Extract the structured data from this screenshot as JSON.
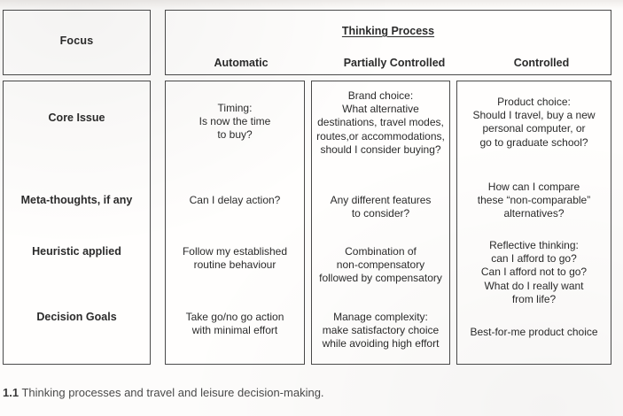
{
  "figure": {
    "header": {
      "focus_label": "Focus",
      "process_title": "Thinking Process",
      "columns": [
        "Automatic",
        "Partially Controlled",
        "Controlled"
      ]
    },
    "row_labels": [
      "Core Issue",
      "Meta-thoughts, if any",
      "Heuristic applied",
      "Decision Goals"
    ],
    "cells": {
      "automatic": {
        "core_issue": "Timing:\nIs now the time\nto buy?",
        "meta_thoughts": "Can I delay action?",
        "heuristic": "Follow my established\nroutine behaviour",
        "decision_goals": "Take go/no go action\nwith minimal effort"
      },
      "partially_controlled": {
        "core_issue": "Brand choice:\nWhat alternative\ndestinations, travel modes,\nroutes,or accommodations,\nshould I consider buying?",
        "meta_thoughts": "Any different features\nto consider?",
        "heuristic": "Combination of\nnon-compensatory\nfollowed by compensatory",
        "decision_goals": "Manage complexity:\nmake satisfactory choice\nwhile avoiding high effort"
      },
      "controlled": {
        "core_issue": "Product choice:\nShould I travel, buy a new\npersonal computer, or\ngo to graduate school?",
        "meta_thoughts": "How can I compare\nthese “non-comparable”\nalternatives?",
        "heuristic": "Reflective thinking:\ncan I afford to go?\nCan I afford not to go?\nWhat do I really want\nfrom life?",
        "decision_goals": "Best-for-me product choice"
      }
    },
    "caption": {
      "number": "1.1",
      "text": "Thinking processes and travel and leisure decision-making."
    },
    "colors": {
      "page_background": "#fdfcfb",
      "border": "#4a4a4a",
      "text": "#2b2b2b",
      "caption_text": "#4a4a4a"
    }
  }
}
